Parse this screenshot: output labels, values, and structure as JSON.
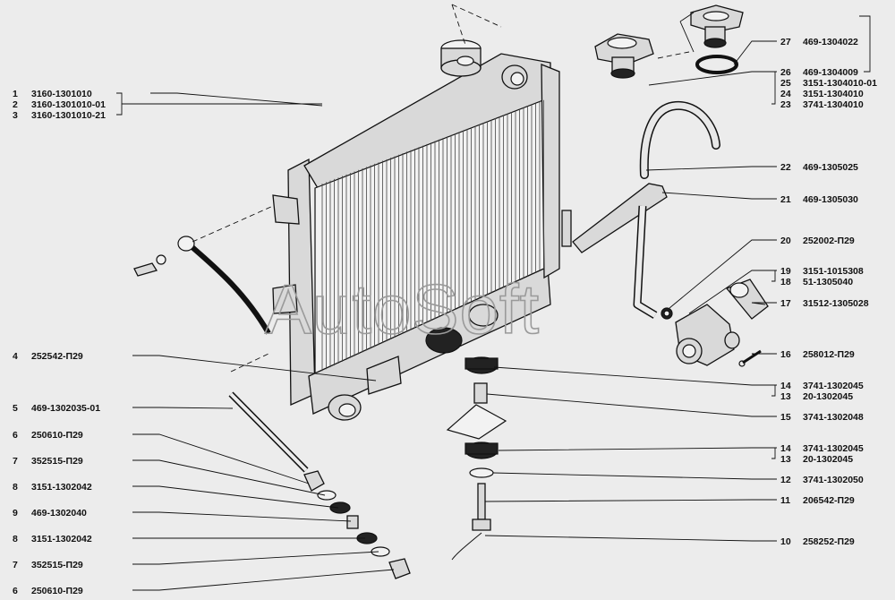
{
  "watermark": "AutoSoft",
  "callouts_left": [
    {
      "num": "1",
      "code": "3160-1301010"
    },
    {
      "num": "2",
      "code": "3160-1301010-01"
    },
    {
      "num": "3",
      "code": "3160-1301010-21"
    },
    {
      "num": "4",
      "code": "252542-П29"
    },
    {
      "num": "5",
      "code": "469-1302035-01"
    },
    {
      "num": "6",
      "code": "250610-П29"
    },
    {
      "num": "7",
      "code": "352515-П29"
    },
    {
      "num": "8",
      "code": "3151-1302042"
    },
    {
      "num": "9",
      "code": "469-1302040"
    },
    {
      "num": "8",
      "code": "3151-1302042"
    },
    {
      "num": "7",
      "code": "352515-П29"
    },
    {
      "num": "6",
      "code": "250610-П29"
    }
  ],
  "callouts_right": [
    {
      "num": "27",
      "code": "469-1304022"
    },
    {
      "num": "26",
      "code": "469-1304009"
    },
    {
      "num": "25",
      "code": "3151-1304010-01"
    },
    {
      "num": "24",
      "code": "3151-1304010"
    },
    {
      "num": "23",
      "code": "3741-1304010"
    },
    {
      "num": "22",
      "code": "469-1305025"
    },
    {
      "num": "21",
      "code": "469-1305030"
    },
    {
      "num": "20",
      "code": "252002-П29"
    },
    {
      "num": "19",
      "code": "3151-1015308"
    },
    {
      "num": "18",
      "code": "51-1305040"
    },
    {
      "num": "17",
      "code": "31512-1305028"
    },
    {
      "num": "16",
      "code": "258012-П29"
    },
    {
      "num": "14",
      "code": "3741-1302045"
    },
    {
      "num": "13",
      "code": "20-1302045"
    },
    {
      "num": "15",
      "code": "3741-1302048"
    },
    {
      "num": "14",
      "code": "3741-1302045"
    },
    {
      "num": "13",
      "code": "20-1302045"
    },
    {
      "num": "12",
      "code": "3741-1302050"
    },
    {
      "num": "11",
      "code": "206542-П29"
    },
    {
      "num": "10",
      "code": "258252-П29"
    }
  ]
}
